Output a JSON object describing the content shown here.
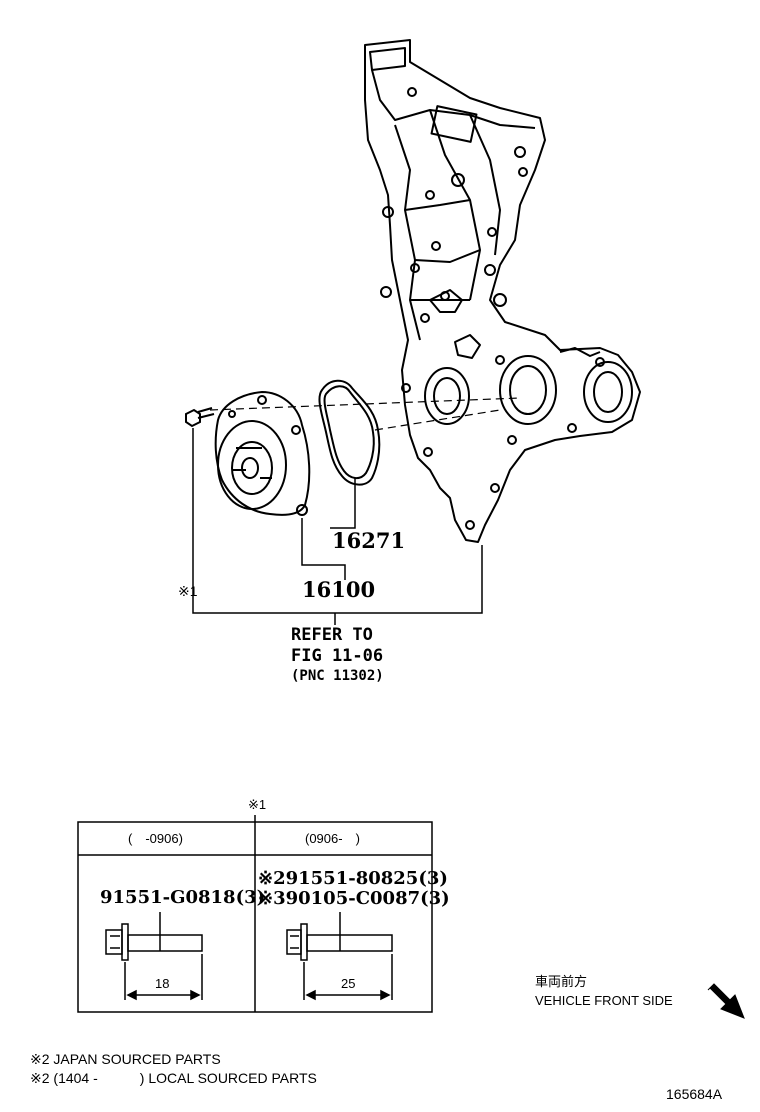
{
  "parts": {
    "gasket": "16271",
    "water_pump": "16100",
    "bolt_marker": "※1"
  },
  "refer": {
    "line1": "REFER TO",
    "line2": "FIG 11-06",
    "line3": "(PNC 11302)"
  },
  "table": {
    "marker": "※1",
    "col_left_header": "(　-0906)",
    "col_right_header": "(0906-　)",
    "left_part": "91551-G0818(3)",
    "right_part_1": "※291551-80825(3)",
    "right_part_2": "※390105-C0087(3)",
    "left_dim": "18",
    "right_dim": "25"
  },
  "direction": {
    "jp": "車両前方",
    "en": "VEHICLE FRONT SIDE"
  },
  "notes": {
    "note1": "※2 JAPAN SOURCED PARTS",
    "note2": "※2 (1404 -　　　) LOCAL SOURCED PARTS"
  },
  "figure_id": "165684A"
}
